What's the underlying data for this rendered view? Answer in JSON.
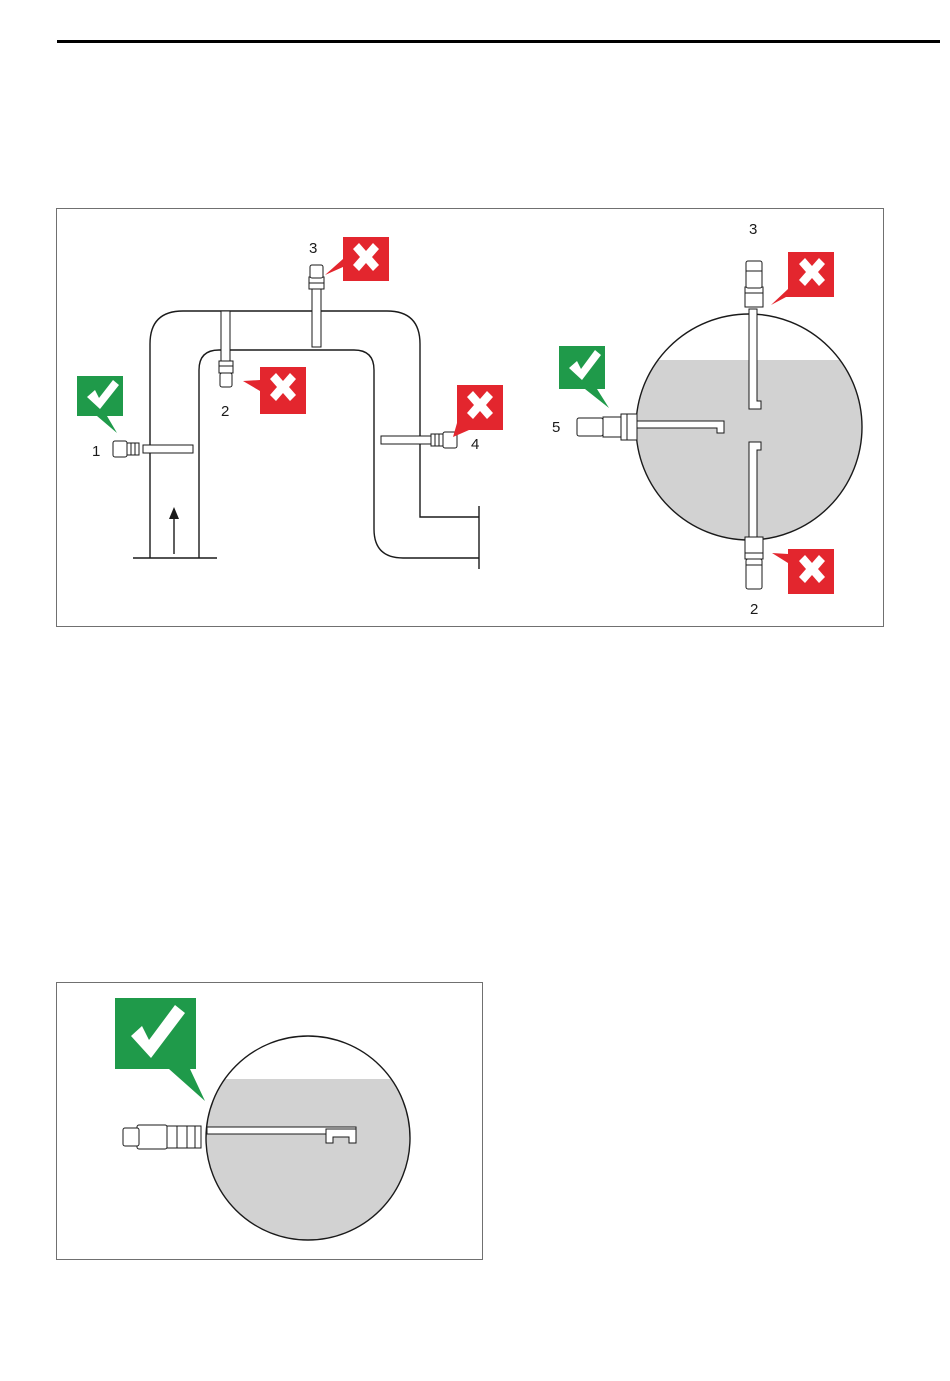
{
  "figure_pipe": {
    "labels": [
      "1",
      "2",
      "3",
      "4"
    ],
    "status": [
      "ok",
      "bad",
      "bad",
      "bad"
    ]
  },
  "figure_tank": {
    "labels": [
      "3",
      "5",
      "2"
    ],
    "status": [
      "bad",
      "ok",
      "bad"
    ]
  },
  "figure_detail": {
    "status": "ok"
  },
  "colors": {
    "ok_green": "#1f9a4a",
    "bad_red": "#e3262e",
    "liquid_gray": "#d2d2d2",
    "frame_gray": "#707070"
  },
  "icons": {
    "ok": "checkmark-icon",
    "bad": "cross-icon"
  }
}
